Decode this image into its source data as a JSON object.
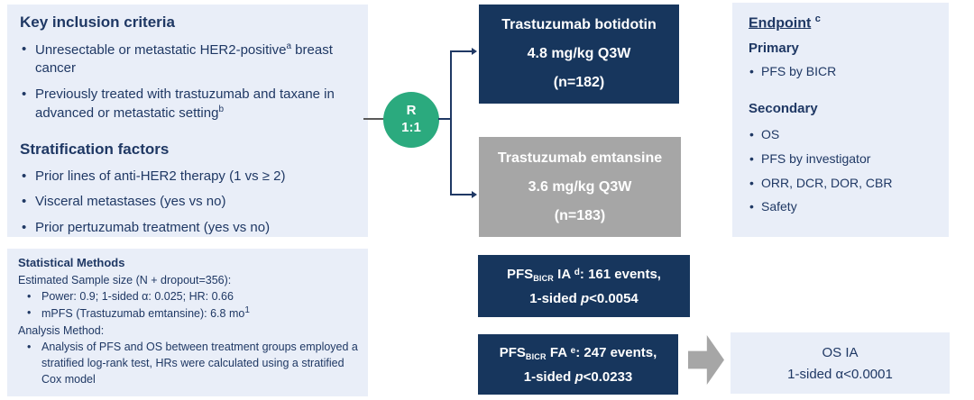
{
  "colors": {
    "panel_blue": "#e9eef8",
    "navy": "#17365d",
    "gray": "#a6a6a6",
    "green": "#2baa7e",
    "text_navy": "#1f3864"
  },
  "inclusion": {
    "title": "Key inclusion criteria",
    "b1_pre": "Unresectable or metastatic HER2-positive",
    "b1_sup": "a",
    "b1_post": " breast cancer",
    "b2_pre": "Previously treated with trastuzumab and taxane in advanced or metastatic setting",
    "b2_sup": "b",
    "strat_title": "Stratification factors",
    "strat_b1": "Prior lines of anti-HER2 therapy (1 vs ≥ 2)",
    "strat_b2": "Visceral metastases (yes vs no)",
    "strat_b3": "Prior pertuzumab treatment (yes vs no)"
  },
  "stats": {
    "title": "Statistical Methods",
    "sample_line": "Estimated Sample size (N + dropout=356):",
    "b1": "Power: 0.9; 1-sided α: 0.025; HR: 0.66",
    "b2_pre": "mPFS (Trastuzumab emtansine): 6.8 mo",
    "b2_sup": "1",
    "analysis_line": "Analysis Method:",
    "b3": "Analysis of PFS and OS between treatment groups employed a stratified log-rank test, HRs were calculated using a stratified Cox model"
  },
  "randomization": {
    "letter": "R",
    "ratio": "1:1"
  },
  "arm_top": {
    "name": "Trastuzumab botidotin",
    "dose": "4.8 mg/kg  Q3W",
    "n": "(n=182)"
  },
  "arm_bottom": {
    "name": "Trastuzumab emtansine",
    "dose": "3.6 mg/kg  Q3W",
    "n": "(n=183)"
  },
  "pfs_ia": {
    "prefix": "PFS",
    "sub": "BICR",
    "mid": " IA ",
    "sup": "d",
    "events": ": 161 events,",
    "line2_pre": "1-sided ",
    "p_label": "p",
    "threshold": "<0.0054"
  },
  "pfs_fa": {
    "prefix": "PFS",
    "sub": "BICR",
    "mid": " FA ",
    "sup": "e",
    "events": ": 247 events,",
    "line2_pre": "1-sided ",
    "p_label": "p",
    "threshold": "<0.0233"
  },
  "endpoint": {
    "title": "Endpoint",
    "title_sup": "c",
    "primary_label": "Primary",
    "primary_bullets": [
      "PFS by BICR"
    ],
    "secondary_label": "Secondary",
    "secondary_bullets": [
      "OS",
      "PFS by investigator",
      "ORR, DCR, DOR, CBR",
      "Safety"
    ]
  },
  "os_box": {
    "line1": "OS IA",
    "line2": "1-sided α<0.0001"
  }
}
